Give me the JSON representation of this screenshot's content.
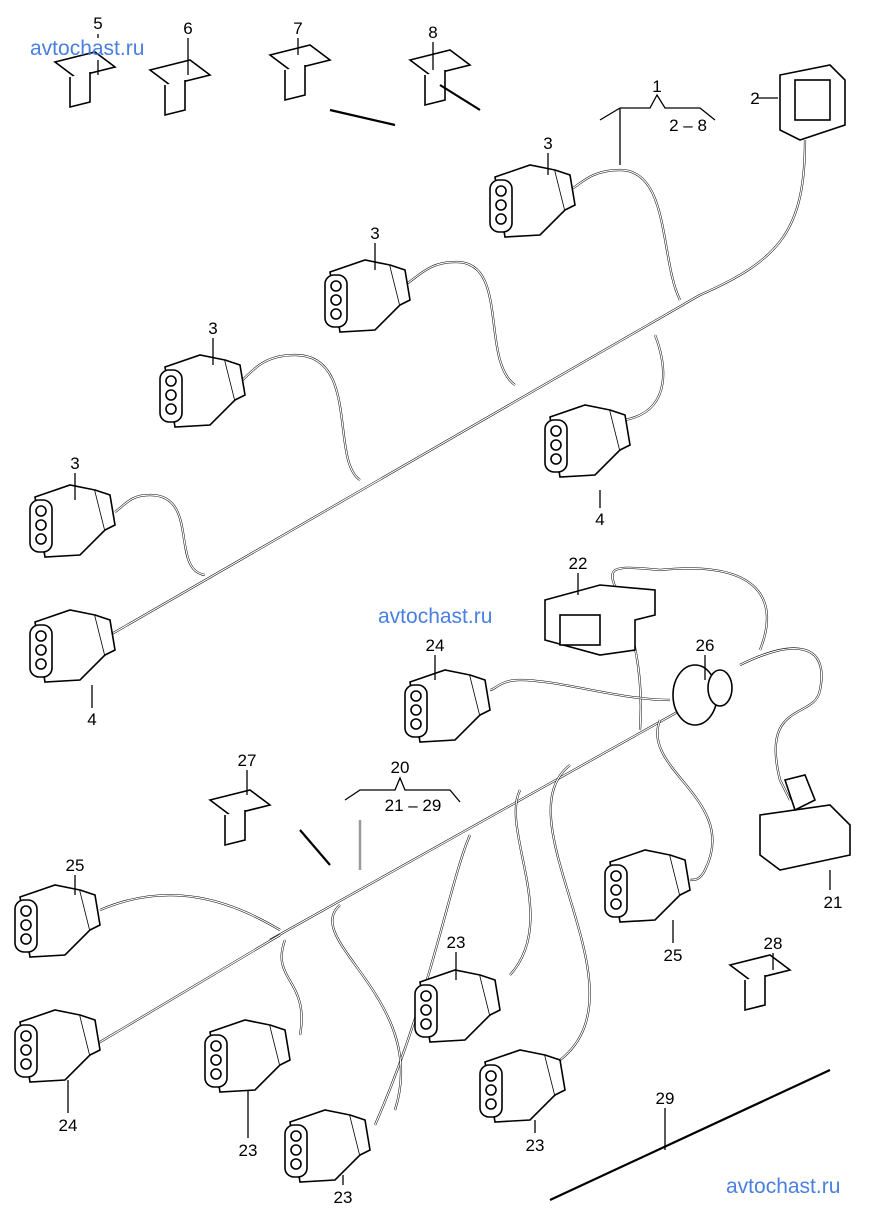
{
  "watermark": "avtochast.ru",
  "callouts": [
    "5",
    "6",
    "7",
    "8",
    "1",
    "2 – 8",
    "2",
    "3",
    "3",
    "3",
    "3",
    "4",
    "4",
    "22",
    "26",
    "24",
    "20",
    "21 – 29",
    "27",
    "25",
    "21",
    "25",
    "28",
    "23",
    "24",
    "23",
    "23",
    "23",
    "29"
  ],
  "colors": {
    "watermark": "#4a80e0",
    "line": "#000000"
  }
}
